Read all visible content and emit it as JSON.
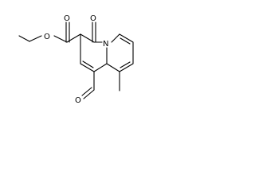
{
  "molecule": {
    "atoms": [
      {
        "symbol": "O"
      },
      {
        "symbol": "O"
      },
      {
        "symbol": "O"
      },
      {
        "symbol": "N"
      },
      {
        "symbol": "O"
      }
    ]
  }
}
